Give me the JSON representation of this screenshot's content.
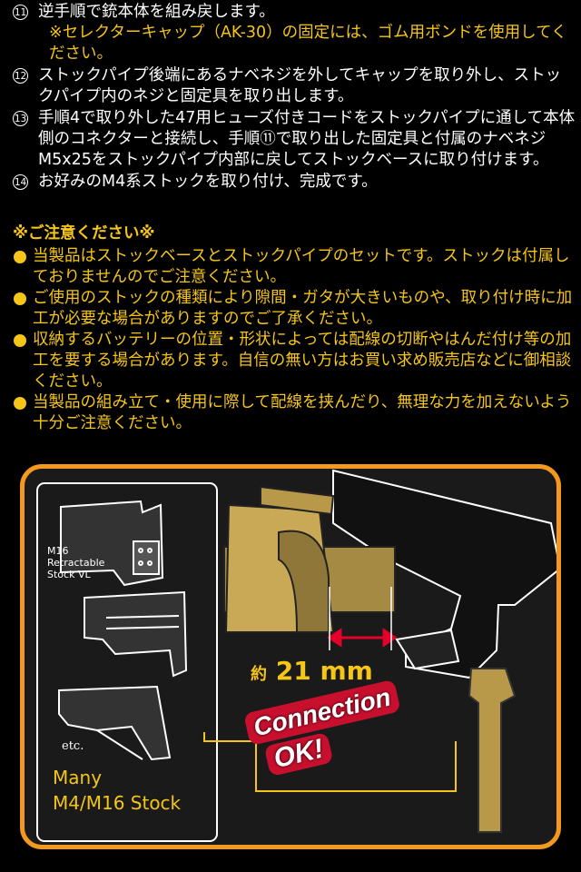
{
  "steps": [
    {
      "num": "11",
      "text": "逆手順で銃本体を組み戻します。",
      "note": "※セレクターキャップ（AK-30）の固定には、ゴム用ボンドを使用してください。"
    },
    {
      "num": "12",
      "text": "ストックパイプ後端にあるナベネジを外してキャップを取り外し、ストックパイプ内のネジと固定具を取り出します。",
      "note": ""
    },
    {
      "num": "13",
      "text": "手順4で取り外した47用ヒューズ付きコードをストックパイプに通して本体側のコネクターと接続し、手順⑪で取り出した固定具と付属のナベネジM5x25をストックパイプ内部に戻してストックベースに取り付けます。",
      "note": ""
    },
    {
      "num": "14",
      "text": "お好みのM4系ストックを取り付け、完成です。",
      "note": ""
    }
  ],
  "caution": {
    "title": "※ご注意ください※",
    "items": [
      "当製品はストックベースとストックパイプのセットです。ストックは付属しておりませんのでご注意ください。",
      "ご使用のストックの種類により隙間・ガタが大きいものや、取り付け時に加工が必要な場合がありますのでご了承ください。",
      "収納するバッテリーの位置・形状によっては配線の切断やはんだ付け等の加工を要する場合があります。自信の無い方はお買い求め販売店などに御相談ください。",
      "当製品の組み立て・使用に際して配線を挟んだり、無理な力を加えないよう十分ご注意ください。"
    ]
  },
  "diagram": {
    "m16_label": "M16\nRetractable\nStock VL",
    "etc_label": "etc.",
    "many_line1": "Many",
    "many_line2": "M4/M16 Stock",
    "distance_prefix": "約",
    "distance_value": "21",
    "distance_unit": "mm",
    "badge_line1": "Connection",
    "badge_line2": "OK!"
  },
  "colors": {
    "accent": "#f39a1e",
    "text_yellow": "#f5c518",
    "badge_red": "#c8102e",
    "arrow_red": "#e4002b"
  }
}
